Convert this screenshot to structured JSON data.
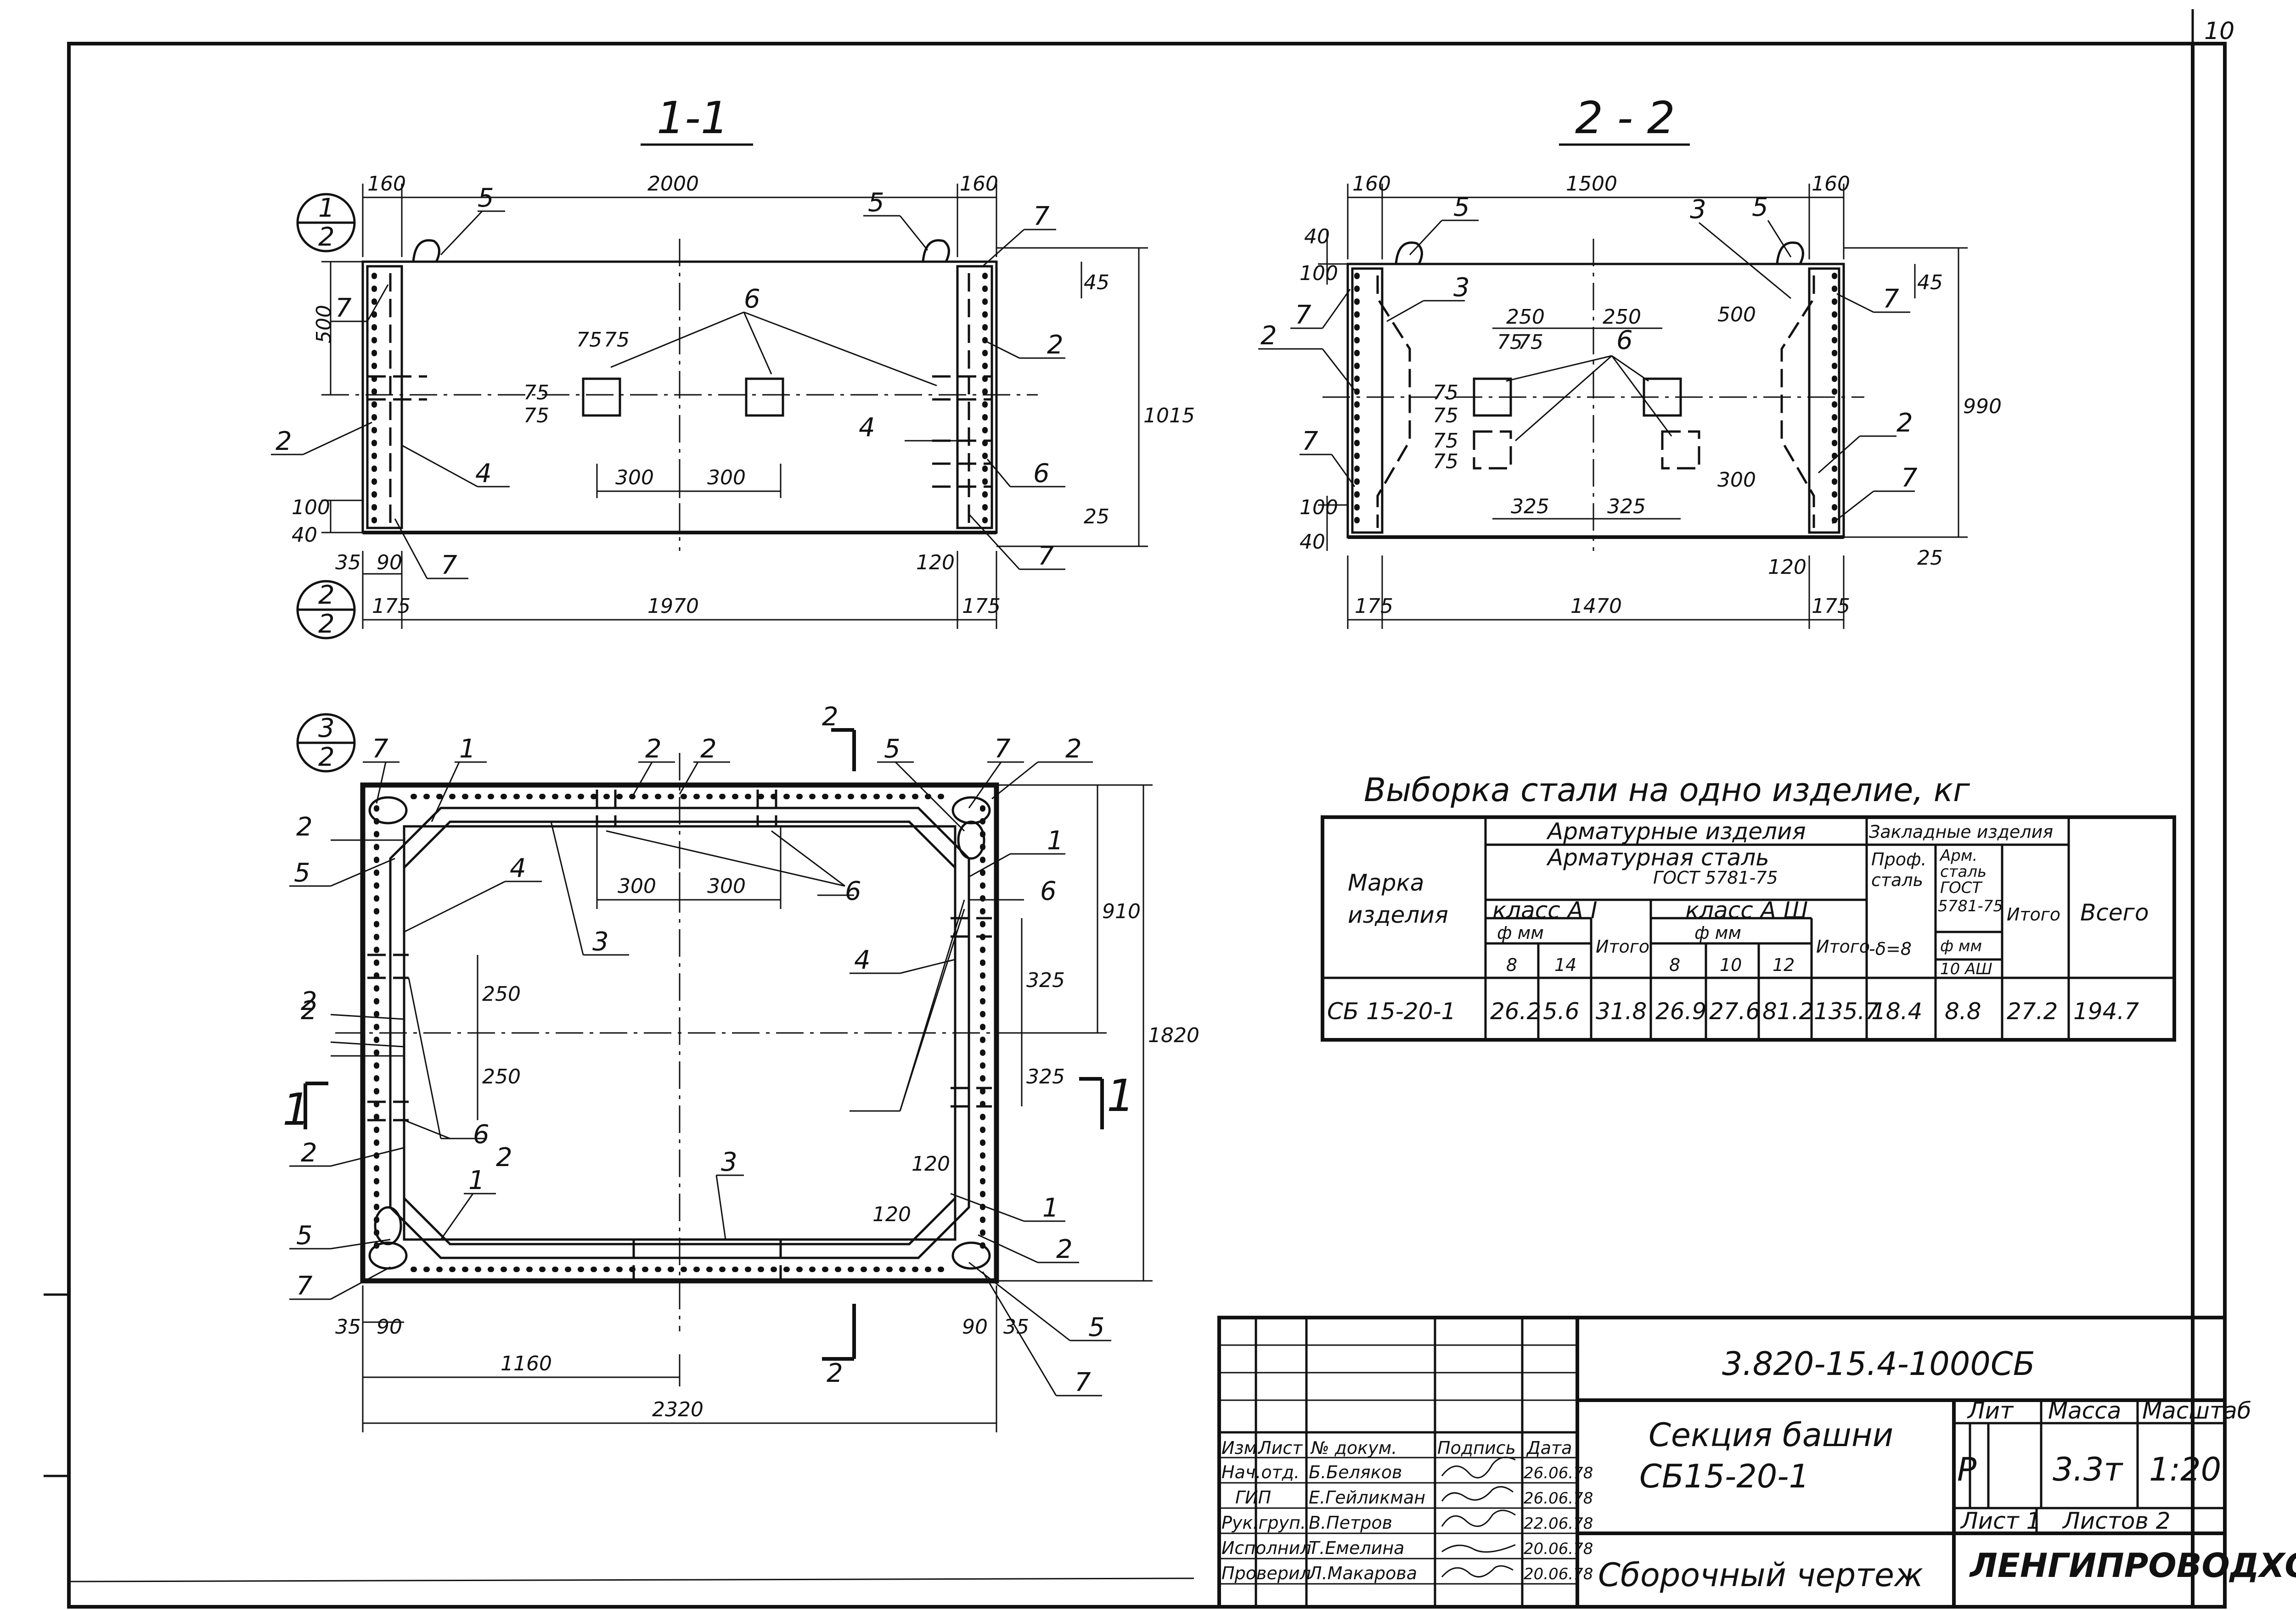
{
  "sheet": {
    "page_number": "10"
  },
  "views": {
    "s1": {
      "title": "1-1",
      "dims": [
        "160",
        "2000",
        "160",
        "500",
        "45",
        "1015",
        "75",
        "75",
        "75",
        "75",
        "300",
        "300",
        "40",
        "100",
        "25",
        "35",
        "90",
        "120",
        "175",
        "1970",
        "175"
      ],
      "marks": [
        "5",
        "5",
        "7",
        "6",
        "7",
        "2",
        "2",
        "4",
        "4",
        "6",
        "7",
        "7"
      ]
    },
    "s2": {
      "title": "2 - 2",
      "dims": [
        "160",
        "1500",
        "160",
        "40",
        "100",
        "45",
        "990",
        "250",
        "250",
        "500",
        "75",
        "75",
        "75",
        "75",
        "75",
        "75",
        "300",
        "325",
        "325",
        "40",
        "100",
        "120",
        "25",
        "175",
        "1470",
        "175"
      ],
      "marks": [
        "5",
        "3",
        "5",
        "7",
        "3",
        "2",
        "7",
        "6",
        "7",
        "2",
        "7"
      ]
    },
    "plan": {
      "dims": [
        "300",
        "300",
        "910",
        "1820",
        "250",
        "250",
        "325",
        "325",
        "120",
        "120",
        "35",
        "90",
        "90",
        "35",
        "1160",
        "2320"
      ],
      "marks": [
        "7",
        "1",
        "2",
        "2",
        "2",
        "5",
        "7",
        "2",
        "5",
        "4",
        "1",
        "6",
        "2",
        "3",
        "4",
        "6",
        "2",
        "2",
        "6",
        "2",
        "3",
        "1",
        "5",
        "1",
        "2",
        "7",
        "5",
        "7"
      ],
      "section_marks": [
        "1",
        "1",
        "2",
        "2"
      ]
    },
    "callouts": [
      {
        "num": "1",
        "den": "2"
      },
      {
        "num": "2",
        "den": "2"
      },
      {
        "num": "3",
        "den": "2"
      }
    ]
  },
  "steel_table": {
    "title": "Выборка стали на одно изделие, кг",
    "h_armatur": "Арматурные изделия",
    "h_zaklad": "Закладные изделия",
    "h_armsteel_1": "Арматурная сталь",
    "h_armsteel_2": "ГОСТ 5781-75",
    "h_mark_1": "Марка",
    "h_mark_2": "изделия",
    "h_class_a1": "класс А I",
    "h_class_a3": "класс А Ш",
    "h_phi_1": "ф мм",
    "h_phi_2": "ф мм",
    "h_itogo_1": "Итого",
    "h_itogo_2": "Итого",
    "h_prof_1": "Проф.",
    "h_prof_2": "сталь",
    "h_delta": "-δ=8",
    "h_arm_1": "Арм.",
    "h_arm_2": "сталь",
    "h_arm_3": "ГОСТ",
    "h_arm_4": "5781-75",
    "h_arm_phi": "ф мм",
    "h_arm_cls": "10 АШ",
    "h_itogo_3": "Итого",
    "h_vsego": "Всего",
    "d_8a": "8",
    "d_14": "14",
    "d_8b": "8",
    "d_10": "10",
    "d_12": "12",
    "row": [
      "СБ 15-20-1",
      "26.2",
      "5.6",
      "31.8",
      "26.9",
      "27.6",
      "81.2",
      "135.7",
      "18.4",
      "8.8",
      "27.2",
      "194.7"
    ]
  },
  "title_block": {
    "code": "3.820-15.4-1000СБ",
    "name_1": "Секция башни",
    "name_2": "СБ15-20-1",
    "doc_type": "Сборочный чертеж",
    "h_lit": "Лит",
    "h_massa": "Масса",
    "h_masshtab": "Масштаб",
    "lit_val": "Р",
    "massa_val": "3.3т",
    "scale_val": "1:20",
    "list_info": "Лист 1   Листов 2",
    "org": "ЛЕНГИПРОВОДХОЗ",
    "col_izm": "Изм.",
    "col_list": "Лист",
    "col_doc": "№ докум.",
    "col_sign": "Подпись",
    "col_date": "Дата",
    "people": [
      {
        "role": "Нач.отд.",
        "name": "Б.Беляков",
        "date": "26.06.78"
      },
      {
        "role": "ГИП",
        "name": "Е.Гейликман",
        "date": "26.06.78"
      },
      {
        "role": "Рук.груп.",
        "name": "В.Петров",
        "date": "22.06.78"
      },
      {
        "role": "Исполнил",
        "name": "Т.Емелина",
        "date": "20.06.78"
      },
      {
        "role": "Проверил",
        "name": "Л.Макарова",
        "date": "20.06.78"
      }
    ]
  }
}
